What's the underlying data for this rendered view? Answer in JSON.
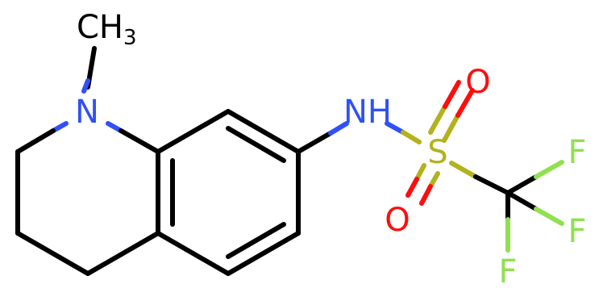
{
  "molecule": {
    "atoms": {
      "methyl": {
        "text": "CH",
        "subscript": "3",
        "color": "#000000"
      },
      "ring_nitrogen": {
        "text": "N",
        "color": "#3050f8"
      },
      "amide_nh": {
        "text": "NH",
        "color": "#3050f8"
      },
      "sulfur": {
        "text": "S",
        "color": "#b2b21d"
      },
      "oxygen_top": {
        "text": "O",
        "color": "#ff0d0d"
      },
      "oxygen_bottom": {
        "text": "O",
        "color": "#ff0d0d"
      },
      "fluorine_top": {
        "text": "F",
        "color": "#90e050"
      },
      "fluorine_right": {
        "text": "F",
        "color": "#90e050"
      },
      "fluorine_bottom": {
        "text": "F",
        "color": "#90e050"
      }
    }
  }
}
